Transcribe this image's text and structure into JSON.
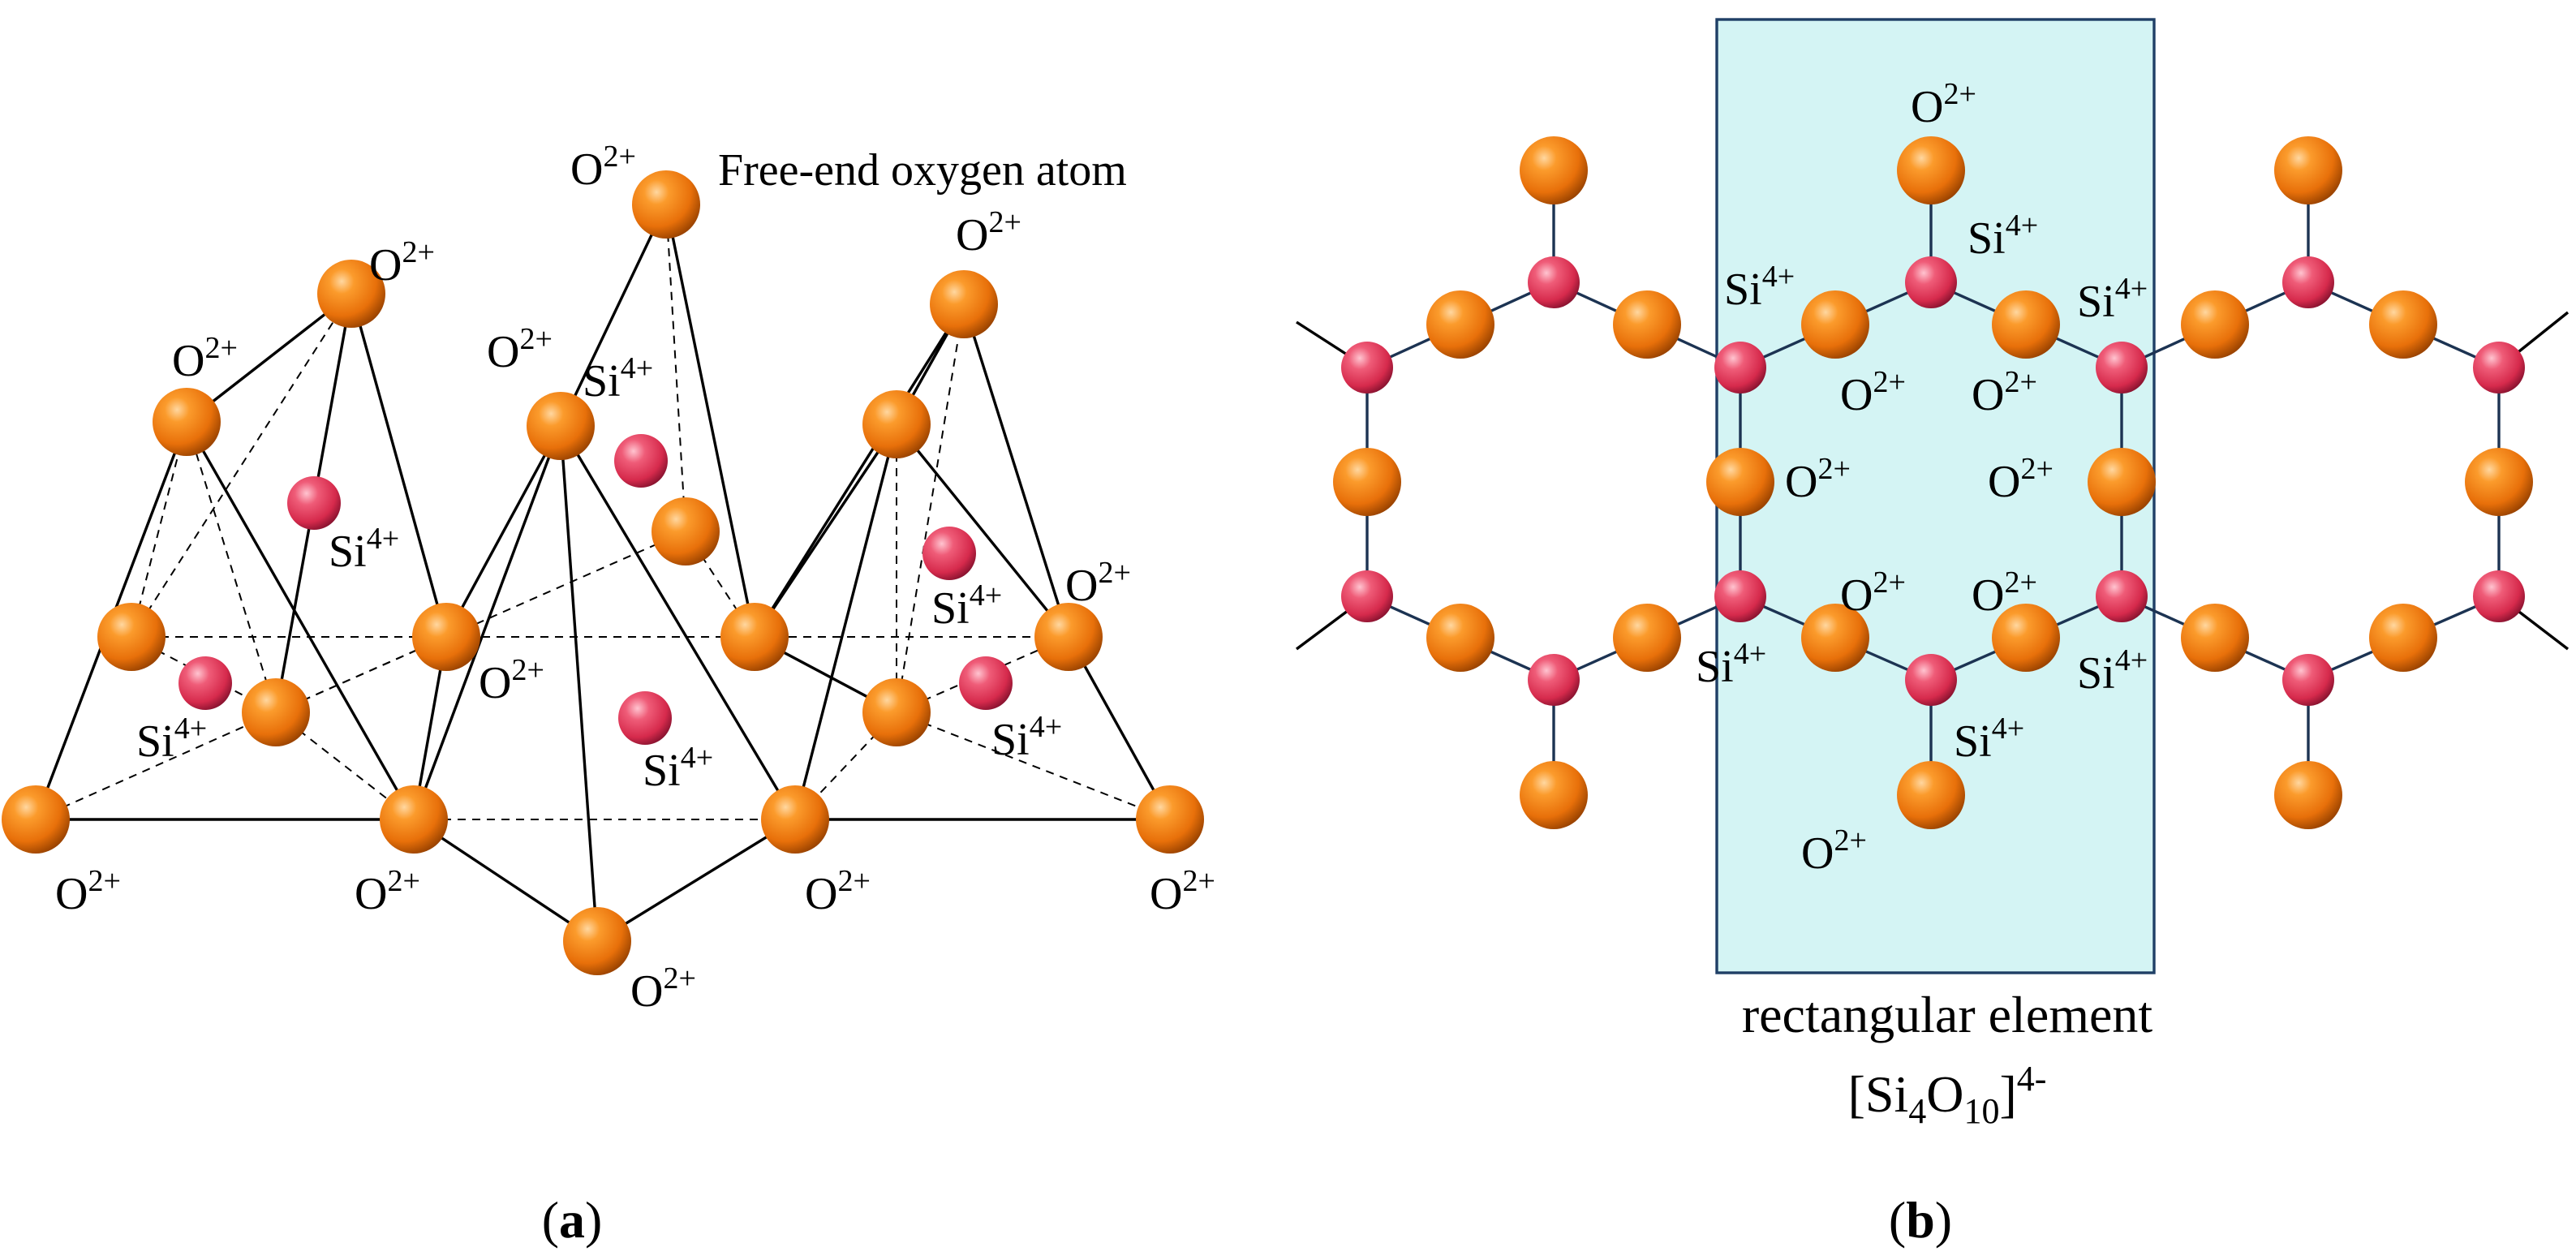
{
  "panel_a": {
    "caption_letter": "a",
    "free_end_label": "Free-end oxygen atom",
    "oxygen_label": {
      "base": "O",
      "charge": "2+"
    },
    "silicon_label": {
      "base": "Si",
      "charge": "4+"
    }
  },
  "panel_b": {
    "caption_letter": "b",
    "element_title": "rectangular element",
    "formula": {
      "open": "[Si",
      "si_sub": "4",
      "o": "O",
      "o_sub": "10",
      "close": "]",
      "charge": "4-"
    },
    "oxygen_label": {
      "base": "O",
      "charge": "2+"
    },
    "silicon_label": {
      "base": "Si",
      "charge": "4+"
    }
  },
  "caption_paren_open": "(",
  "caption_paren_close": ")",
  "colors": {
    "oxygen_atom": "#f07a10",
    "silicon_atom": "#e23c5a",
    "highlight_fill": "#d4f4f4",
    "highlight_border": "#1f3f66",
    "bond_b": "#1c3352"
  }
}
